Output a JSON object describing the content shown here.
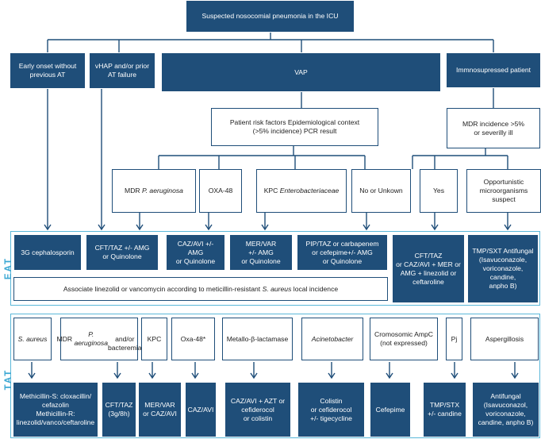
{
  "diagram": {
    "root": "Suspected nosocomial pneumonia in the ICU",
    "level1": {
      "early_onset": "Early onset without\nprevious AT",
      "vhap": "vHAP and/or prior\nAT failure",
      "vap": "VAP",
      "immuno": "Immnosupressed patient"
    },
    "level2": {
      "risk_factors": "Patient risk factors Epidemiological context\n(>5% incidence) PCR result",
      "mdr_incidence": "MDR incidence >5%\nor severilly ill"
    },
    "level3": {
      "mdr_pa": "MDR P. aeruginosa",
      "oxa48": "OXA-48",
      "kpc": "KPC Enterobacteriaceae",
      "no_unknown": "No or Unkown",
      "yes": "Yes",
      "opportunistic": "Opportunistic\nmicroorganisms\nsuspect"
    },
    "eat": {
      "label": "EAT",
      "t1": "3G cephalosporin",
      "t2": "CFT/TAZ +/- AMG\nor Quinolone",
      "t3": "CAZ/AVI +/-\nAMG\nor Quinolone",
      "t4": "MER/VAR\n+/- AMG\nor Quinolone",
      "t5": "PIP/TAZ or carbapenem\nor cefepime+/- AMG\nor Quinolone",
      "t6": "CFT/TAZ\nor CAZ/AVI + MER or\nAMG + linezolid or\nceftaroline",
      "t7": "TMP/SXT Antifungal\n(Isavuconazole,\nvoriconazole, candine,\nanpho B)",
      "associate": "Associate linezolid or vancomycin according to meticillin-resistant S. aureus local incidence"
    },
    "tat": {
      "label": "TAT",
      "h1": "S. aureus",
      "h2": "MDR P. aeruginosa\nand/or bacteremia",
      "h3": "KPC",
      "h4": "Oxa-48*",
      "h5": "Metallo-β-lactamase",
      "h6": "Acinetobacter",
      "h7": "Cromosomic AmpC\n(not expressed)",
      "h8": "Pj",
      "h9": "Aspergillosis",
      "r1": "Methicillin-S: cloxacillin/\ncefazolin\nMethicillin-R:\nlinezolid/vanco/ceftaroline",
      "r2": "CFT/TAZ\n(3g/8h)",
      "r3": "MER/VAR\nor CAZ/AVI",
      "r4": "CAZ/AVI",
      "r5": "CAZ/AVI + AZT or\ncefiderocol\nor colistin",
      "r6": "Colistin\nor cefiderocol\n+/- tigecycline",
      "r7": "Cefepime",
      "r8": "TMP/STX\n+/- candine",
      "r9": "Antifungal\n(Isavuconazol,\nvoriconazole,\ncandine, anpho B)"
    }
  },
  "colors": {
    "dark": "#1f4e79",
    "line": "#1f4e79",
    "section": "#5bb8d9",
    "section_label": "#3aa7d3"
  },
  "icons": [
    "arrow-down-icon"
  ]
}
